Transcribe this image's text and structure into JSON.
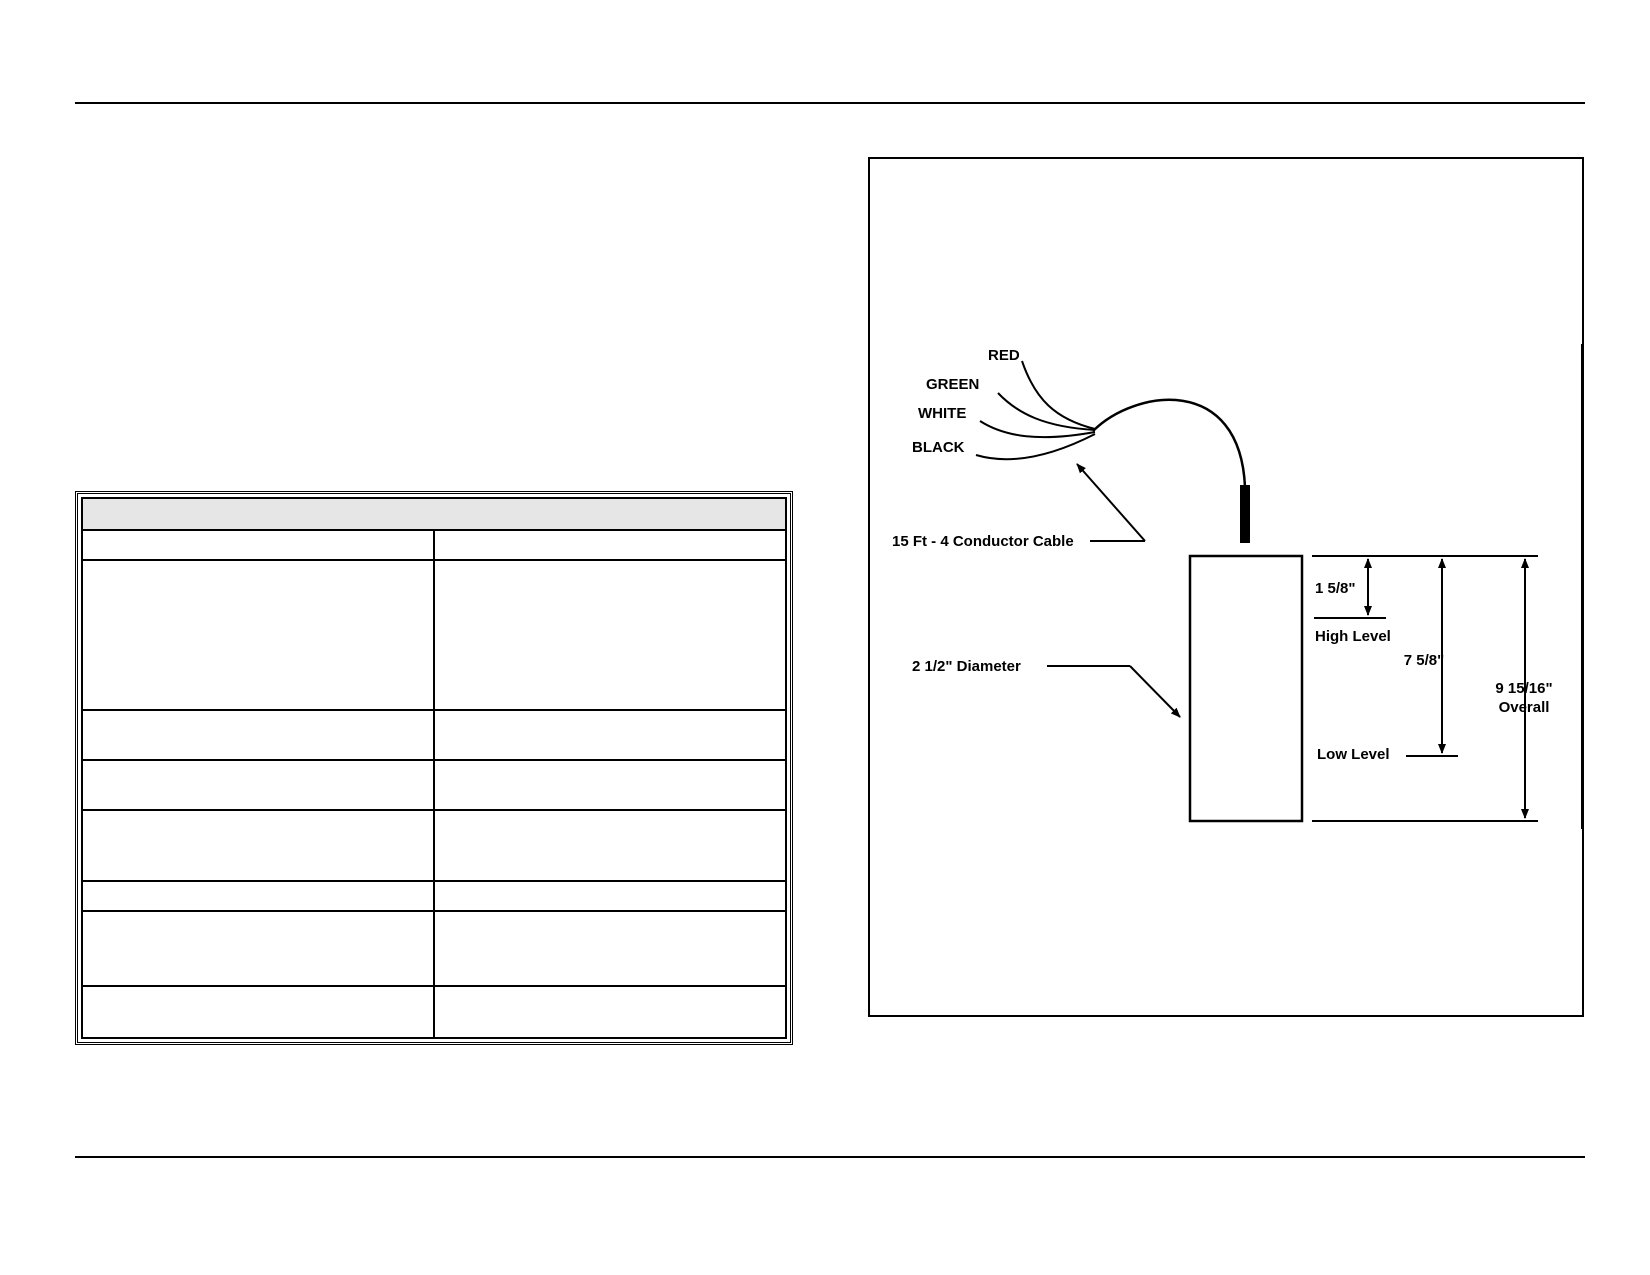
{
  "diagram": {
    "wire_labels": {
      "red": "RED",
      "green": "GREEN",
      "white": "WHITE",
      "black": "BLACK"
    },
    "cable_label": "15 Ft - 4 Conductor Cable",
    "diameter_label": "2 1/2\" Diameter",
    "high_dim": "1 5/8\"",
    "high_level": "High Level",
    "low_dim": "7 5/8\"",
    "low_level": "Low Level",
    "overall_dim": "9 15/16\"",
    "overall_label": "Overall"
  }
}
